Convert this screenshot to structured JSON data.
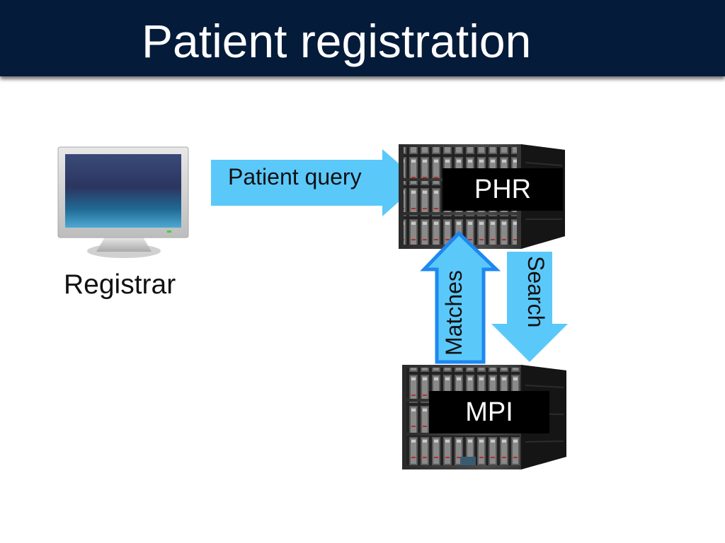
{
  "header": {
    "title": "Patient registration"
  },
  "diagram": {
    "registrar": {
      "label": "Registrar",
      "icon": "monitor-icon"
    },
    "patient_query_arrow": {
      "label": "Patient query",
      "color": "#5bc8fa"
    },
    "phr_server": {
      "label": "PHR",
      "icon": "server-rack-icon"
    },
    "mpi_server": {
      "label": "MPI",
      "icon": "server-rack-icon"
    },
    "matches_arrow": {
      "label": "Matches",
      "fill": "#5bc8fa",
      "stroke": "#1e88f0"
    },
    "search_arrow": {
      "label": "Search",
      "color": "#5bc8fa"
    }
  },
  "colors": {
    "title_bar": "#041b3a",
    "arrow": "#5bc8fa",
    "arrow_border": "#1e88f0",
    "label_box": "#000000"
  }
}
